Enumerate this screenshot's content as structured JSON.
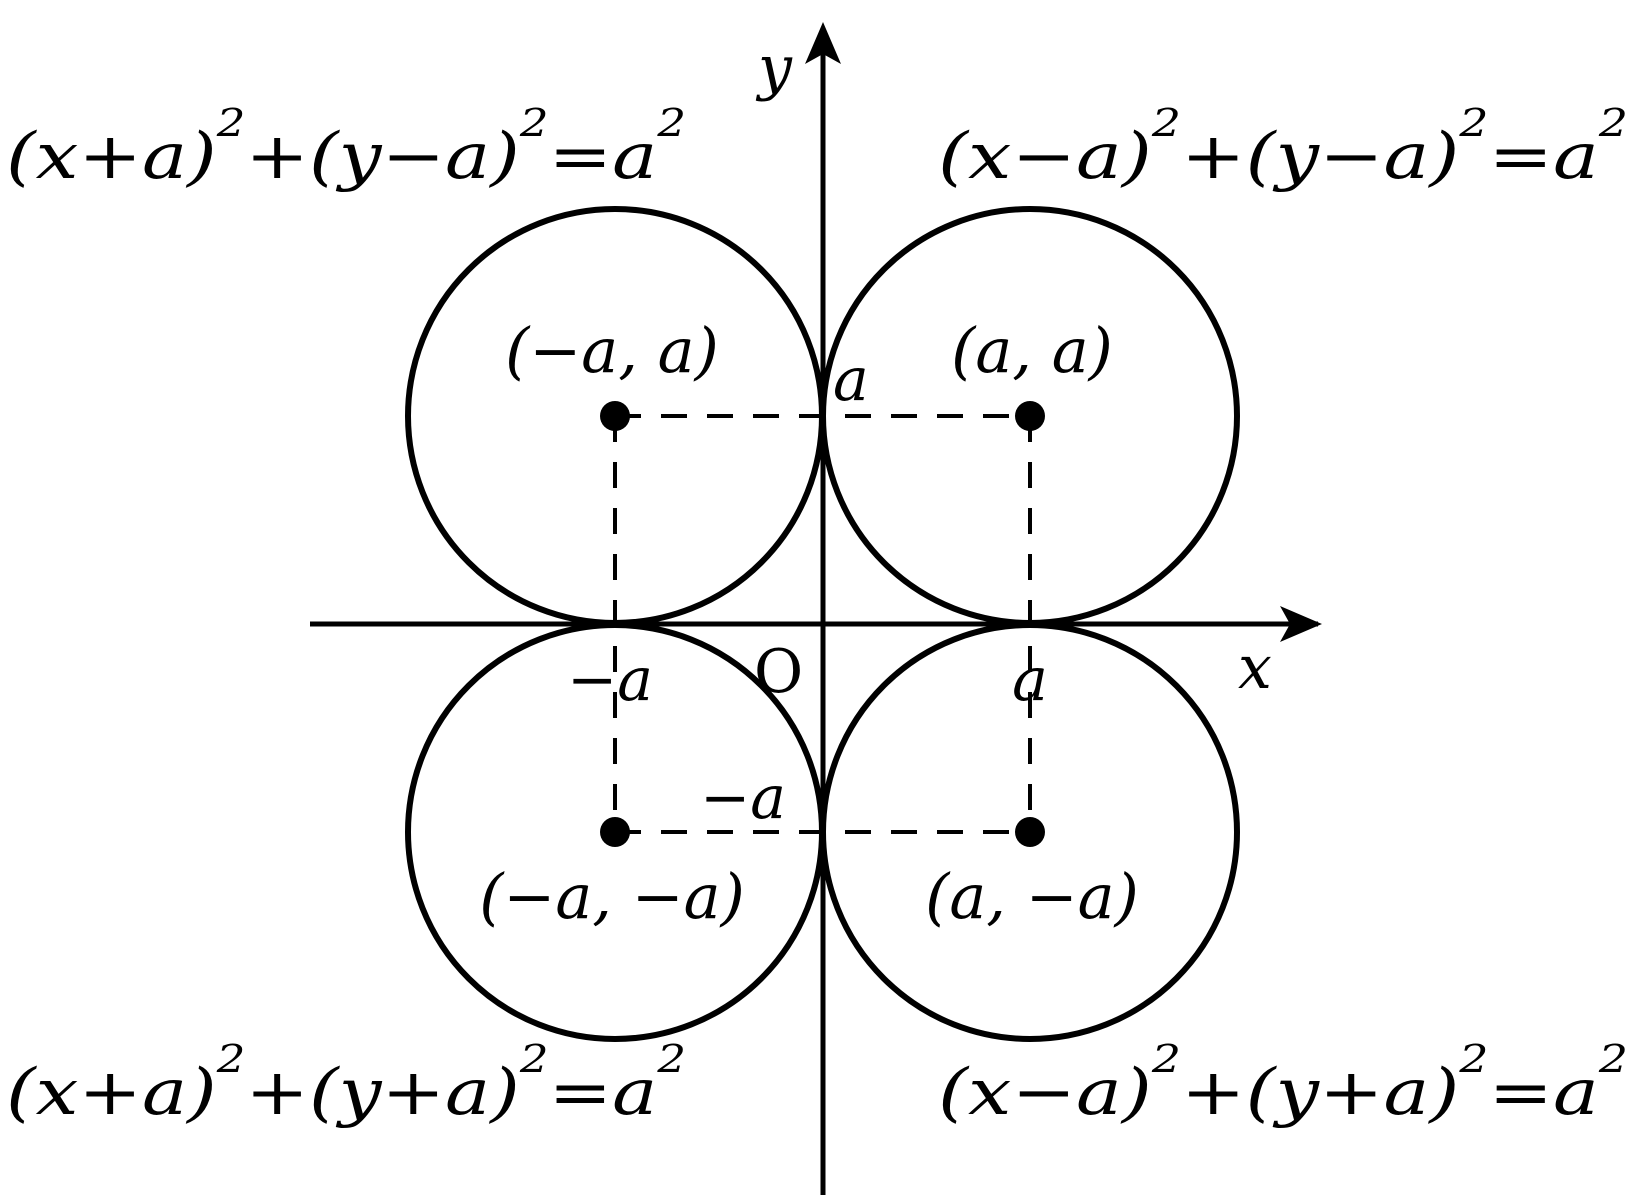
{
  "axes": {
    "x_label": "x",
    "y_label": "y",
    "origin_label": "O"
  },
  "ticks": {
    "x_pos": "a",
    "x_neg": "−a",
    "y_pos": "a",
    "y_neg": "−a"
  },
  "centers": {
    "top_left": "(−a, a)",
    "top_right": "(a, a)",
    "bottom_left": "(−a, −a)",
    "bottom_right": "(a, −a)"
  },
  "equations": {
    "top_left": {
      "part1": "(x+a)",
      "exp1": "2",
      "part2": "+(y−a)",
      "exp2": "2",
      "part3": "=a",
      "exp3": "2"
    },
    "top_right": {
      "part1": "(x−a)",
      "exp1": "2",
      "part2": "+(y−a)",
      "exp2": "2",
      "part3": "=a",
      "exp3": "2"
    },
    "bottom_left": {
      "part1": "(x+a)",
      "exp1": "2",
      "part2": "+(y+a)",
      "exp2": "2",
      "part3": "=a",
      "exp3": "2"
    },
    "bottom_right": {
      "part1": "(x−a)",
      "exp1": "2",
      "part2": "+(y+a)",
      "exp2": "2",
      "part3": "=a",
      "exp3": "2"
    }
  }
}
